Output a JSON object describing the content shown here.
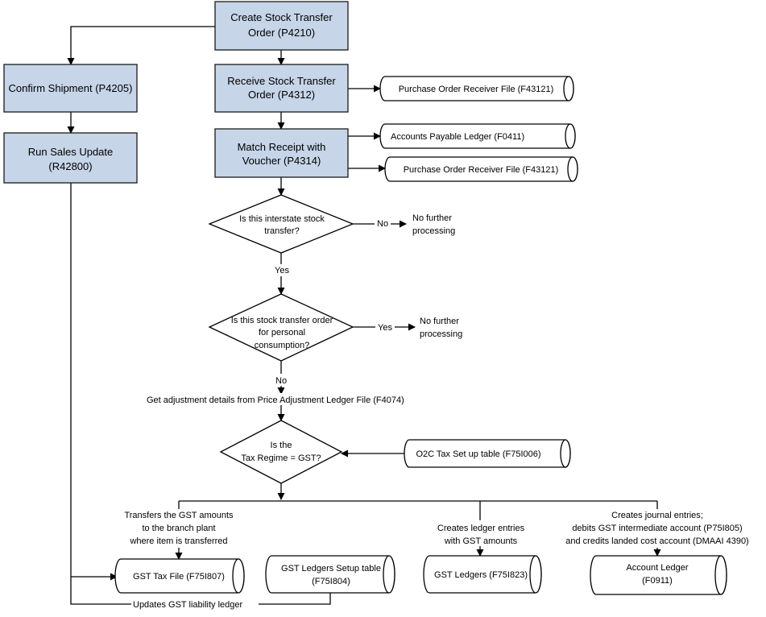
{
  "process_boxes": {
    "create_sto": [
      "Create Stock Transfer",
      "Order (P4210)"
    ],
    "receive_sto": [
      "Receive Stock Transfer",
      "Order (P4312)"
    ],
    "match_receipt": [
      "Match Receipt with",
      "Voucher (P4314)"
    ],
    "confirm_shipment": [
      "Confirm Shipment (P4205)"
    ],
    "run_sales_update": [
      "Run Sales Update",
      "(R42800)"
    ]
  },
  "data_stores": {
    "po_receiver_1": "Purchase Order Receiver File (F43121)",
    "ap_ledger": "Accounts Payable Ledger (F0411)",
    "po_receiver_2": "Purchase Order Receiver File (F43121)",
    "o2c_tax_setup": "O2C Tax Set up table (F75I006)",
    "gst_tax_file": "GST Tax File (F75I807)",
    "gst_ledgers_setup": [
      "GST Ledgers Setup table",
      "(F75I804)"
    ],
    "gst_ledgers": "GST Ledgers (F75I823)",
    "account_ledger": [
      "Account Ledger",
      "(F0911)"
    ]
  },
  "decisions": {
    "interstate": [
      "Is this interstate stock",
      "transfer?"
    ],
    "personal": [
      "Is this stock transfer order",
      "for personal",
      "consumption?"
    ],
    "gst_regime": [
      "Is the",
      "Tax Regime = GST?"
    ]
  },
  "edge_labels": {
    "no_1": "No",
    "yes_1": "Yes",
    "yes_2": "Yes",
    "no_2": "No",
    "updates_liability": "Updates GST liability ledger"
  },
  "notes": {
    "no_further_1": [
      "No further",
      "processing"
    ],
    "no_further_2": [
      "No further",
      "processing"
    ],
    "get_adjustment": "Get adjustment details from Price Adjustment Ledger File (F4074)",
    "transfers_gst": [
      "Transfers the GST amounts",
      "to the  branch plant",
      "where item is transferred"
    ],
    "creates_ledger": [
      "Creates ledger entries",
      "with GST amounts"
    ],
    "creates_journal": [
      "Creates journal entries;",
      "debits GST intermediate account (P75I805)",
      "and credits landed cost account (DMAAI 4390)"
    ]
  }
}
